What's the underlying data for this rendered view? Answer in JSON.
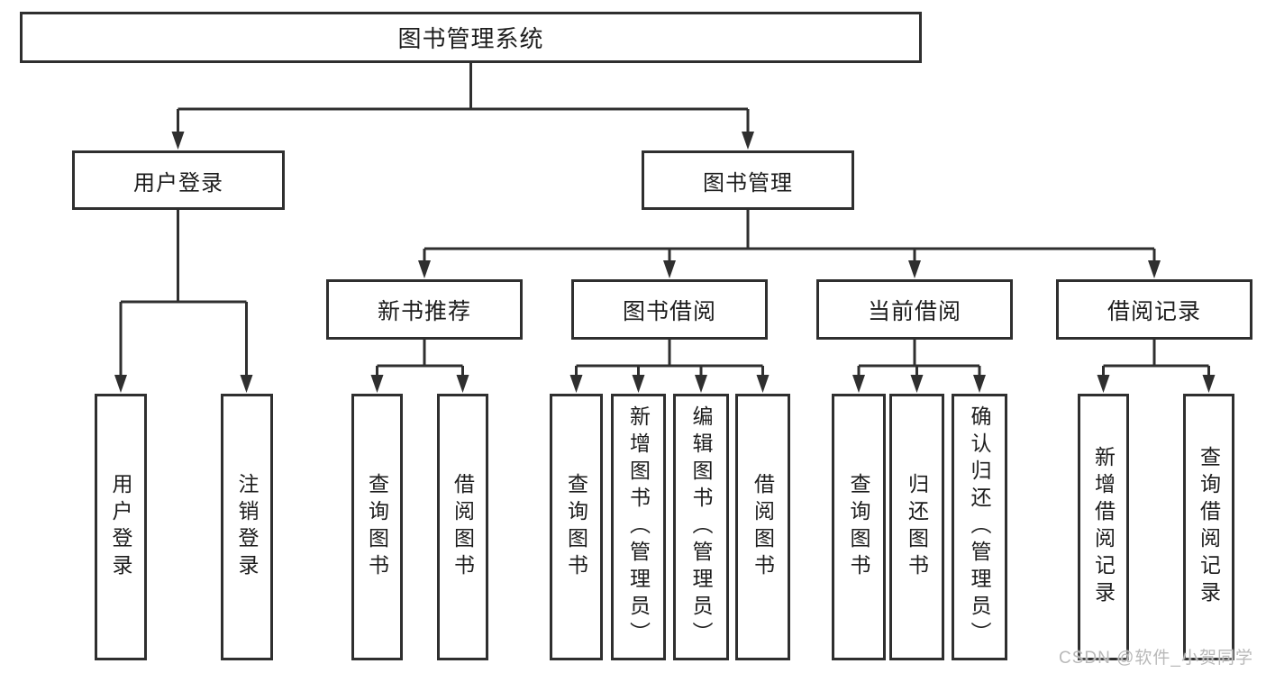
{
  "diagram": {
    "root": {
      "label": "图书管理系统"
    },
    "branches": {
      "user_login": {
        "label": "用户登录",
        "children": [
          {
            "label": "用户登录"
          },
          {
            "label": "注销登录"
          }
        ]
      },
      "book_management": {
        "label": "图书管理",
        "sections": [
          {
            "label": "新书推荐",
            "children": [
              {
                "label": "查询图书"
              },
              {
                "label": "借阅图书"
              }
            ]
          },
          {
            "label": "图书借阅",
            "children": [
              {
                "label": "查询图书"
              },
              {
                "label": "新增图书（管理员）"
              },
              {
                "label": "编辑图书（管理员）"
              },
              {
                "label": "借阅图书"
              }
            ]
          },
          {
            "label": "当前借阅",
            "children": [
              {
                "label": "查询图书"
              },
              {
                "label": "归还图书"
              },
              {
                "label": "确认归还（管理员）"
              }
            ]
          },
          {
            "label": "借阅记录",
            "children": [
              {
                "label": "新增借阅记录"
              },
              {
                "label": "查询借阅记录"
              }
            ]
          }
        ]
      }
    }
  },
  "watermark": {
    "text": "CSDN @软件_小贺同学"
  },
  "colors": {
    "line": "#2f2f2f",
    "text": "#1d1d1d",
    "box_background": "#ffffff",
    "watermark": "#b9b9b9"
  }
}
